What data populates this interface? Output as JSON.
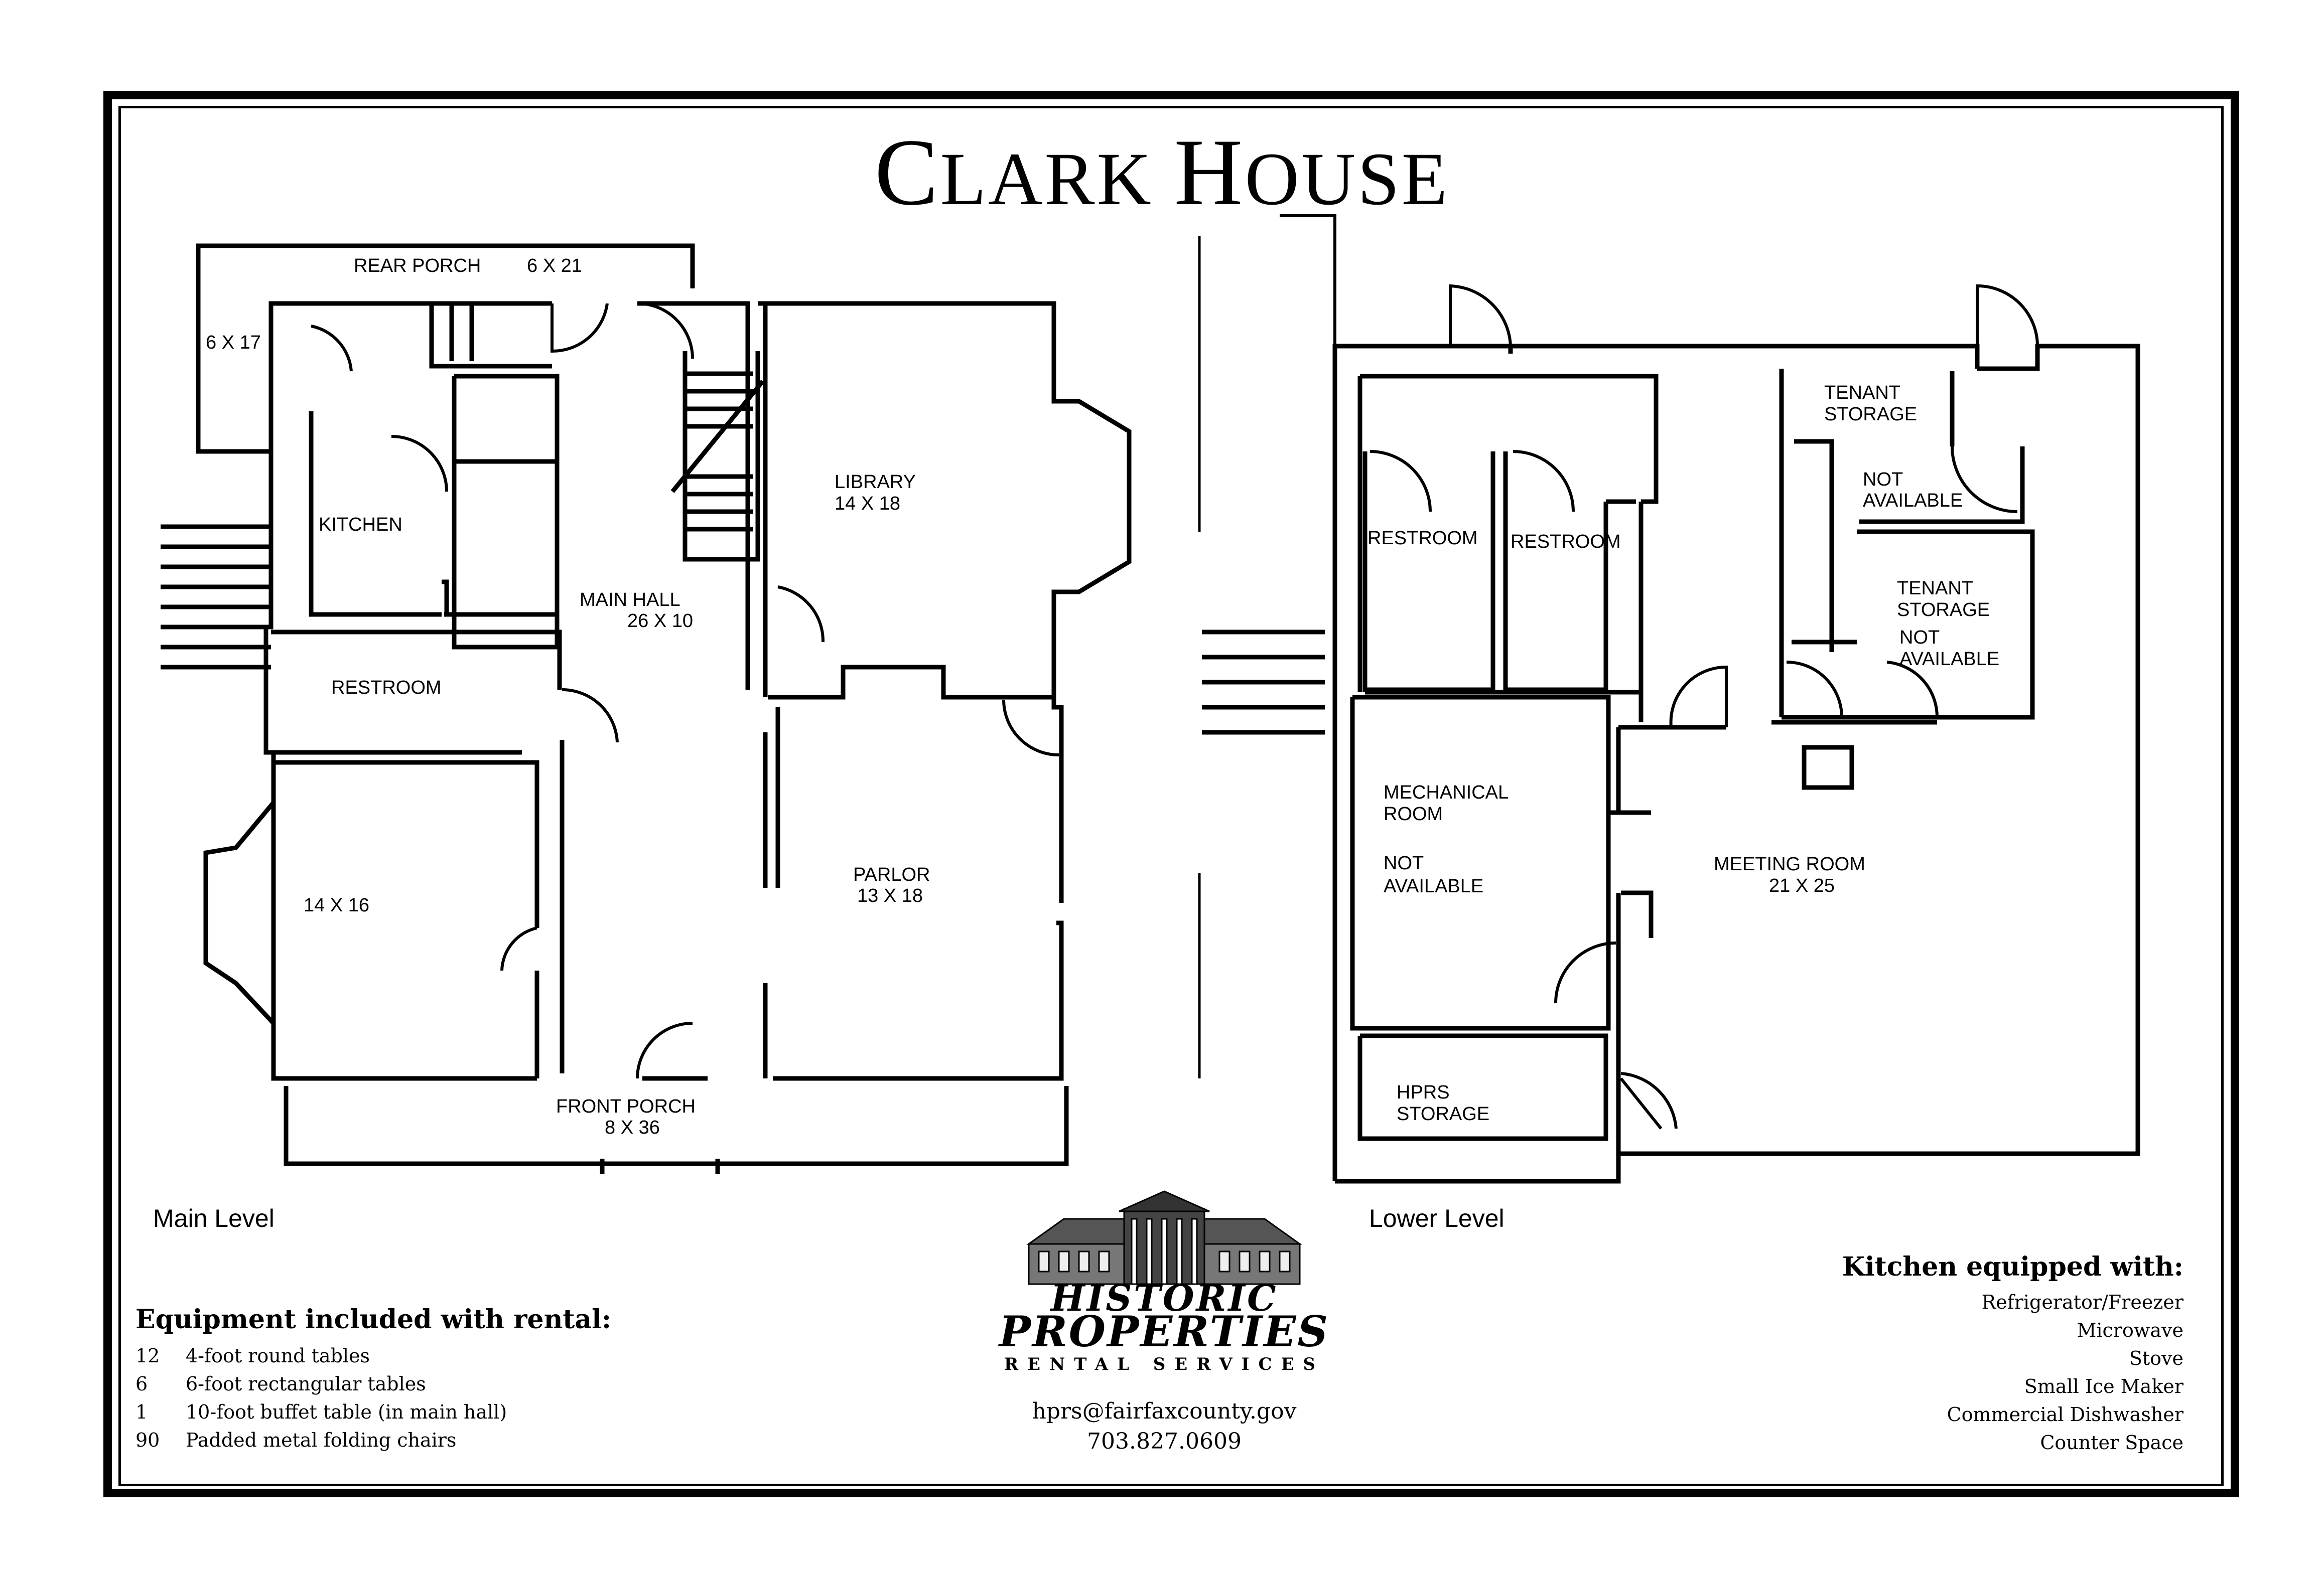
{
  "title_first": "C",
  "title_rest": "LARK ",
  "title_second_first": "H",
  "title_second_rest": "OUSE",
  "title_full": "CLARK HOUSE",
  "main_level": {
    "label": "Main Level",
    "rooms": {
      "rear_porch": "REAR PORCH",
      "rear_porch_size": "6 X 21",
      "side_porch_size": "6 X 17",
      "kitchen": "KITCHEN",
      "restroom": "RESTROOM",
      "main_hall": "MAIN HALL",
      "main_hall_size": "26 X 10",
      "library": "LIBRARY",
      "library_size": "14 X 18",
      "parlor": "PARLOR",
      "parlor_size": "13 X 18",
      "room_size": "14 X 16",
      "front_porch": "FRONT PORCH",
      "front_porch_size": "8 X 36"
    }
  },
  "lower_level": {
    "label": "Lower Level",
    "rooms": {
      "tenant_storage_1": "TENANT",
      "tenant_storage_1b": "STORAGE",
      "not_available_1a": "NOT",
      "not_available_1b": "AVAILABLE",
      "restroom_1": "RESTROOM",
      "restroom_2": "RESTROOM",
      "tenant_storage_2": "TENANT",
      "tenant_storage_2b": "STORAGE",
      "not_available_2a": "NOT",
      "not_available_2b": "AVAILABLE",
      "mechanical_a": "MECHANICAL",
      "mechanical_b": "ROOM",
      "not_available_3a": "NOT",
      "not_available_3b": "AVAILABLE",
      "meeting_room": "MEETING ROOM",
      "meeting_room_size": "21 X 25",
      "hprs_a": "HPRS",
      "hprs_b": "STORAGE"
    }
  },
  "equipment": {
    "heading": "Equipment included with rental:",
    "items": [
      {
        "qty": "12",
        "desc": "4-foot round tables"
      },
      {
        "qty": "6",
        "desc": "6-foot rectangular tables"
      },
      {
        "qty": "1",
        "desc": "10-foot buffet table (in main hall)"
      },
      {
        "qty": "90",
        "desc": "Padded metal folding chairs"
      }
    ]
  },
  "kitchen": {
    "heading": "Kitchen equipped with:",
    "items": [
      "Refrigerator/Freezer",
      "Microwave",
      "Stove",
      "Small Ice Maker",
      "Commercial Dishwasher",
      "Counter Space"
    ]
  },
  "logo": {
    "line1": "HISTORIC",
    "line2": "PROPERTIES",
    "line3": "RENTAL SERVICES"
  },
  "contact": {
    "email": "hprs@fairfaxcounty.gov",
    "phone": "703.827.0609"
  }
}
